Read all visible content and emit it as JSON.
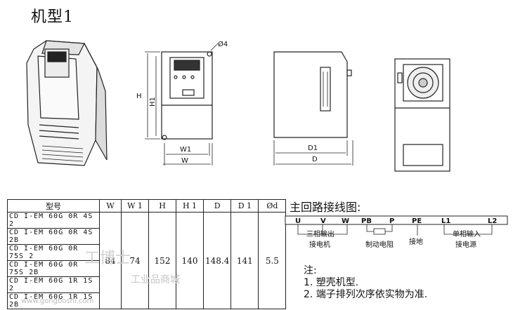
{
  "page_title": "机型1",
  "drawings": {
    "front": {
      "h": "H",
      "h1": "H1",
      "w1": "W1",
      "w": "W",
      "hole": "Ø4"
    },
    "side": {
      "d1": "D1",
      "d": "D"
    }
  },
  "spec_table": {
    "headers": [
      "型号",
      "W",
      "W 1",
      "H",
      "H 1",
      "D",
      "D 1",
      "Ød"
    ],
    "models": [
      "CD I-EM 60G 0R 4S 2",
      "CD I-EM 60G 0R 4S 2B",
      "CD I-EM 60G 0R 75S 2",
      "CD I-EM 60G 0R 75S 2B",
      "CD I-EM 60G 1R 1S 2",
      "CD I-EM 60G 1R 1S 2B"
    ],
    "values": [
      "84",
      "74",
      "152",
      "140",
      "148.4",
      "141",
      "5.5"
    ]
  },
  "wiring": {
    "title": "主回路接线图:",
    "terminals": [
      "U",
      "V",
      "W",
      "PB",
      "P",
      "PE",
      "L1",
      "L2"
    ],
    "labels": {
      "three_phase": "三相输出",
      "motor": "接电机",
      "brake": "制动电阻",
      "ground": "接地",
      "single_phase": "单相输入",
      "power": "接电源"
    }
  },
  "notes": {
    "heading": "注:",
    "items": [
      "1. 塑壳机型.",
      "2. 端子排列次序依实物为准."
    ]
  },
  "watermark": {
    "logo": "工博士",
    "shop": "工业品商城",
    "url": "www.gongboshi.com"
  }
}
